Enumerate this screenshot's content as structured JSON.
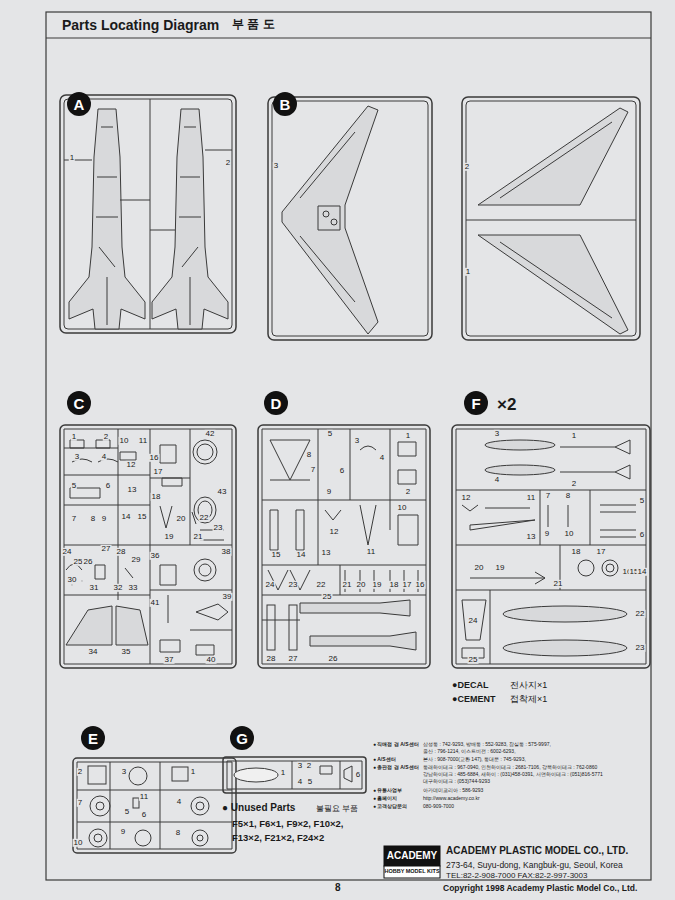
{
  "diagram": {
    "title": "Parts Locating Diagram",
    "nodes": [
      {
        "text": [
          "A"
        ]
      },
      {
        "text": [
          "B"
        ]
      },
      {
        "text": [
          "C"
        ]
      },
      {
        "text": [
          "D"
        ]
      },
      {
        "text": [
          "F"
        ]
      },
      {
        "text": [
          "E"
        ]
      },
      {
        "text": [
          "G"
        ]
      }
    ],
    "labels": [
      "부 품 도",
      "×2",
      "1",
      "2",
      "3",
      "2",
      "1",
      "1",
      "2",
      "10",
      "11",
      "42",
      "3",
      "4",
      "12",
      "16",
      "17",
      "43",
      "5",
      "6",
      "13",
      "7",
      "8",
      "9",
      "14",
      "15",
      "18",
      "20",
      "19",
      "22",
      "23",
      "21",
      "24",
      "25",
      "26",
      "27",
      "28",
      "29",
      "36",
      "38",
      "30",
      "31",
      "32",
      "33",
      "39",
      "41",
      "34",
      "35",
      "37",
      "40",
      "5",
      "1",
      "8",
      "3",
      "4",
      "7",
      "6",
      "2",
      "9",
      "12",
      "11",
      "10",
      "15",
      "14",
      "13",
      "24",
      "23",
      "22",
      "21",
      "20",
      "19",
      "18",
      "17",
      "16",
      "25",
      "28",
      "27",
      "26",
      "3",
      "1",
      "4",
      "2",
      "12",
      "11",
      "7",
      "8",
      "5",
      "13",
      "9",
      "10",
      "6",
      "20",
      "19",
      "21",
      "18",
      "17",
      "16",
      "15",
      "14",
      "24",
      "22",
      "25",
      "23",
      "2",
      "3",
      "1",
      "7",
      "11",
      "5",
      "6",
      "4",
      "10",
      "9",
      "8",
      "1",
      "3",
      "2",
      "4",
      "5",
      "6",
      "●DECAL",
      "전사지×1",
      "●CEMENT",
      "접착제×1",
      "● 직매점 겸 A/S센터",
      "삼성동 : 742-9293, 방배동 : 552-9283, 잠실동 : 575-9997,",
      "울산 : 796-1214, 이스트비전 : 6002-6293,",
      "● A/S센터",
      "본사 : 908-7000(교환 147), 동대문 : 745-9293,",
      "● 총판점 겸 A/S센터",
      "동래하이테크 : 967-0940, 인천하이테크 : 2681-7106, 강북하이테크 : 762-0860",
      "강남하이테크 : 485-6884, 새하이 : (031)458-0391, 서면하이테크 : (051)816-5771",
      "대구하이테크 : (053)744-9293",
      "● 유통사업부",
      "아카데미코리아 : 586-9293",
      "● 홈페이지",
      "http://www.academy.co.kr",
      "● 고객상담문의",
      "080-909-7000",
      "● Unused Parts",
      "불필요 부품",
      "F5×1, F6×1, F9×2, F10×2,",
      "F13×2, F21×2, F24×2",
      "ACADEMY",
      "HOBBY MODEL KITS",
      "ACADEMY PLASTIC MODEL CO., LTD.",
      "273-64, Suyu-dong, Kangbuk-gu, Seoul, Korea",
      "TEL:82-2-908-7000  FAX:82-2-997-3003",
      "8",
      "Copyright 1998 Academy Plastic Model Co., Ltd."
    ]
  }
}
